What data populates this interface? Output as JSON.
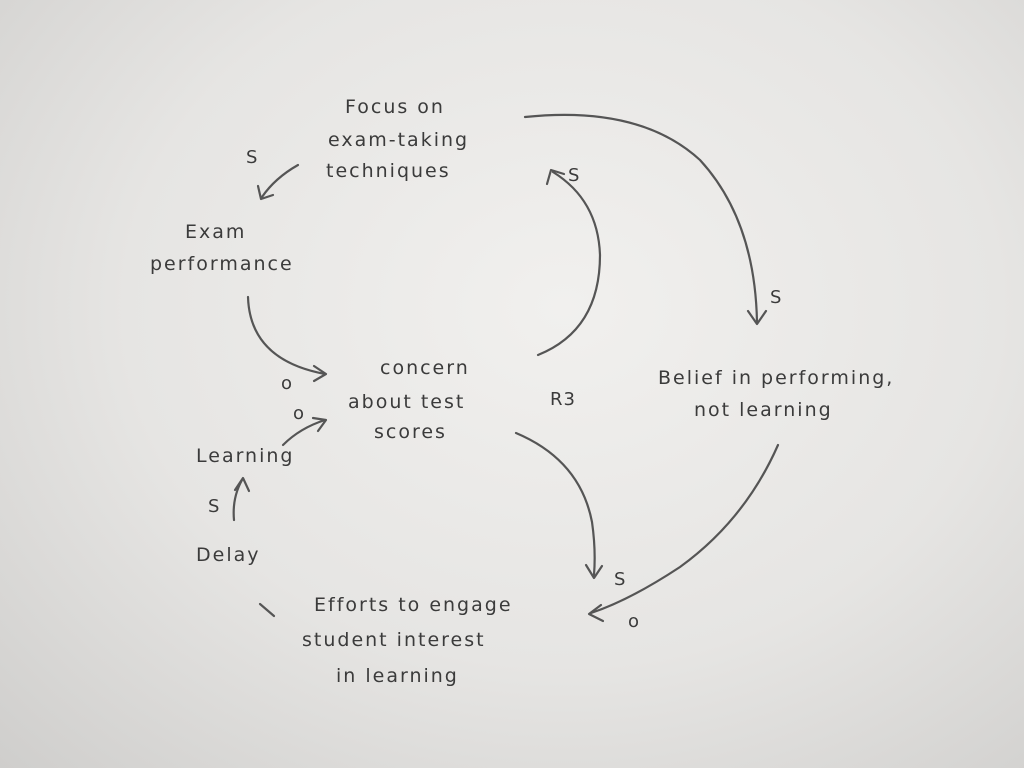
{
  "nodes": {
    "focus": [
      "Focus on",
      "exam-taking",
      "techniques"
    ],
    "exam": [
      "Exam",
      "performance"
    ],
    "concern": [
      "concern",
      "about test",
      "scores"
    ],
    "belief": [
      "Belief in performing,",
      "not learning"
    ],
    "learning": [
      "Learning"
    ],
    "delay": [
      "Delay"
    ],
    "efforts": [
      "Efforts to engage",
      "student interest",
      "in learning"
    ]
  },
  "polarities": {
    "focus_to_exam": "S",
    "exam_to_concern": "o",
    "concern_to_focus": "S",
    "focus_to_belief": "S",
    "learning_to_concern": "o",
    "delay_to_learning": "S",
    "concern_to_efforts": "S",
    "belief_to_efforts": "o"
  },
  "loops": {
    "r3": "R3"
  },
  "colors": {
    "paper": "#e9e8e6",
    "pencil": "#3a3a3a"
  }
}
